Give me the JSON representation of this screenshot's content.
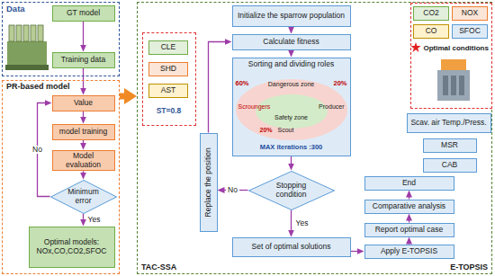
{
  "diagram": {
    "nodes": [
      {
        "text": [
          "Data"
        ]
      },
      {
        "text": [
          "GT model"
        ],
        "in": 0
      },
      {
        "text": [
          "Training data"
        ],
        "in": 0
      },
      {
        "text": [
          "PR-based model"
        ]
      },
      {
        "text": [
          "Value"
        ],
        "in": 3
      },
      {
        "text": [
          "model training"
        ],
        "in": 3
      },
      {
        "text": [
          "Model evaluation"
        ],
        "in": 3
      },
      {
        "text": [
          "Minimum error"
        ],
        "in": 3
      },
      {
        "text": [
          "Optimal models: NOx,CO,CO2,SFOC"
        ],
        "in": 3
      },
      {
        "text": [
          "TAC-SSA",
          "E-TOPSIS"
        ]
      },
      {
        "text": [
          "Initialize the sparrow population"
        ],
        "in": 9
      },
      {
        "text": [
          "Calculate fitness"
        ],
        "in": 9
      },
      {
        "text": [
          "Sorting and dividing roles",
          "Dangerous zone",
          "60%",
          "20%",
          "Scroungers",
          "Producer",
          "Safety zone",
          "20%",
          "Scout",
          "MAX iterations :300"
        ],
        "in": 9
      },
      {
        "text": [
          "Stopping condition"
        ],
        "in": 9
      },
      {
        "text": [
          "Set of optimal solutions"
        ],
        "in": 9
      },
      {
        "text": [
          "ST=0.8"
        ],
        "in": 9
      },
      {
        "text": [
          "CLE"
        ],
        "in": 15
      },
      {
        "text": [
          "SHD"
        ],
        "in": 15
      },
      {
        "text": [
          "AST"
        ],
        "in": 15
      },
      {
        "text": [
          "Replace the position"
        ],
        "in": 9
      },
      {
        "text": [
          "Optimal conditions"
        ],
        "in": 9
      },
      {
        "text": [
          "CO2"
        ],
        "in": 20
      },
      {
        "text": [
          "NOX"
        ],
        "in": 20
      },
      {
        "text": [
          "CO"
        ],
        "in": 20
      },
      {
        "text": [
          "SFOC"
        ],
        "in": 20
      },
      {
        "text": [
          "Scav. air Temp./Press."
        ],
        "in": 9
      },
      {
        "text": [
          "MSR"
        ],
        "in": 9
      },
      {
        "text": [
          "CAB"
        ],
        "in": 9
      },
      {
        "text": [
          "End"
        ],
        "in": 9
      },
      {
        "text": [
          "Comparative analysis"
        ],
        "in": 9
      },
      {
        "text": [
          "Report optimal case"
        ],
        "in": 9
      },
      {
        "text": [
          "Apply E-TOPSIS"
        ],
        "in": 9
      }
    ],
    "edges": [
      {
        "from": 1,
        "to": 2,
        "arrow": "to"
      },
      {
        "from": 2,
        "to": 4,
        "arrow": "to"
      },
      {
        "from": 4,
        "to": 5,
        "arrow": "to"
      },
      {
        "from": 5,
        "to": 6,
        "arrow": "to"
      },
      {
        "from": 6,
        "to": 7,
        "arrow": "to"
      },
      {
        "from": 7,
        "to": 8,
        "label": "Yes",
        "arrow": "to"
      },
      {
        "from": 7,
        "to": 4,
        "label": "No",
        "arrow": "to"
      },
      {
        "from": 3,
        "to": 9,
        "arrow": "to"
      },
      {
        "from": 10,
        "to": 11,
        "arrow": "to"
      },
      {
        "from": 11,
        "to": 12,
        "arrow": "to"
      },
      {
        "from": 12,
        "to": 13,
        "arrow": "to"
      },
      {
        "from": 13,
        "to": 14,
        "label": "Yes",
        "arrow": "to"
      },
      {
        "from": 13,
        "to": 19,
        "label": "No",
        "arrow": "to"
      },
      {
        "from": 19,
        "to": 11,
        "arrow": "to"
      },
      {
        "from": 14,
        "to": 31,
        "arrow": "to"
      },
      {
        "from": 31,
        "to": 30,
        "arrow": "to"
      },
      {
        "from": 30,
        "to": 29,
        "arrow": "to"
      },
      {
        "from": 29,
        "to": 28,
        "arrow": "to"
      }
    ]
  }
}
